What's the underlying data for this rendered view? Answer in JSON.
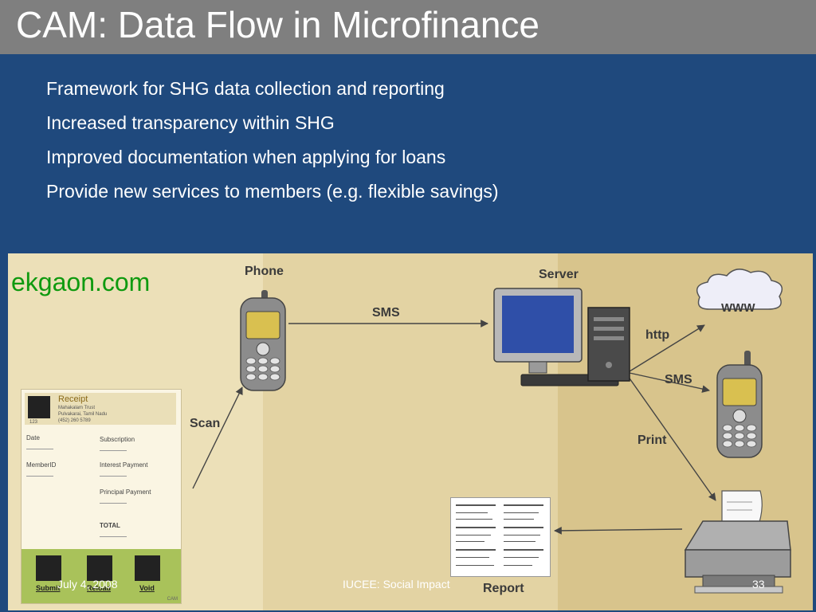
{
  "slide": {
    "title": "CAM: Data Flow in Microfinance",
    "bullets": [
      "Framework for SHG data collection and reporting",
      "Increased transparency within SHG",
      "Improved documentation when applying for loans",
      "Provide new services to members (e.g. flexible savings)"
    ]
  },
  "diagram": {
    "brand": "ekgaon.com",
    "labels": {
      "phone": "Phone",
      "sms_top": "SMS",
      "server": "Server",
      "www": "WWW",
      "http": "http",
      "sms_right": "SMS",
      "scan": "Scan",
      "print": "Print",
      "report": "Report"
    },
    "receipt": {
      "title": "Receipt",
      "org": "Mahakalam Trust",
      "place": "Pulvakarai, Tamil Nadu",
      "phone": "(452) 260 5789",
      "code": "123",
      "date_label": "Date",
      "member_label": "MemberID",
      "subscription_label": "Subscription",
      "interest_label": "Interest Payment",
      "principal_label": "Principal Payment",
      "total_label": "TOTAL",
      "submit": "Submit",
      "reload": "Reload",
      "void": "Void",
      "brand": "CAM"
    }
  },
  "footer": {
    "date": "July 4, 2008",
    "center": "IUCEE: Social Impact",
    "page": "33"
  }
}
